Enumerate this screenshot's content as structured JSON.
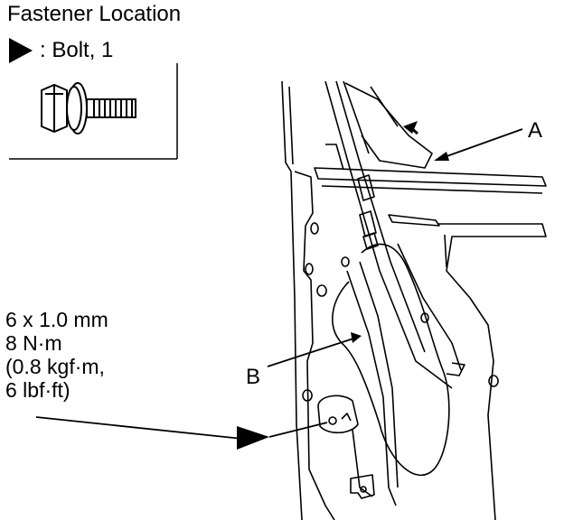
{
  "title": "Fastener Location",
  "legend": {
    "symbol_icon": "solid-triangle-arrow-icon",
    "text": ": Bolt, 1"
  },
  "torque_spec": {
    "size": "6 x 1.0 mm",
    "torque_nm": "8 N·m",
    "torque_kgf": "(0.8 kgf·m,",
    "torque_lbf": "6 lbf·ft)"
  },
  "callouts": {
    "a": "A",
    "b": "B"
  }
}
